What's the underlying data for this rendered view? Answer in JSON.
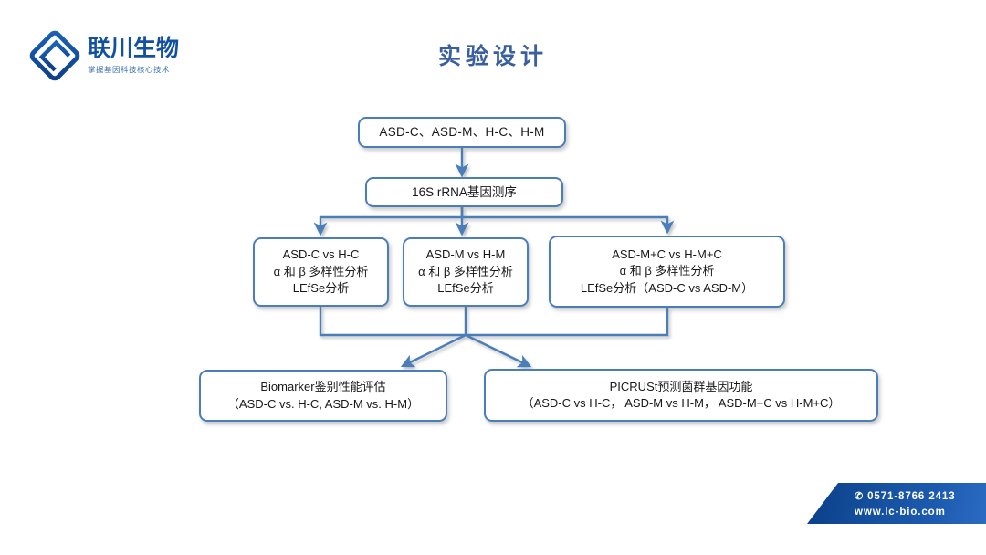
{
  "header": {
    "logo_name": "联川生物",
    "logo_tagline": "掌握基因科技核心技术",
    "logo_icon": "lc-diamond-logo-icon",
    "title": "实验设计"
  },
  "flow": {
    "nodes": [
      {
        "id": "samples",
        "lines": [
          "ASD-C、ASD-M、H-C、H-M"
        ]
      },
      {
        "id": "seq",
        "lines": [
          "16S rRNA基因测序"
        ]
      },
      {
        "id": "cmp1",
        "lines": [
          "ASD-C vs H-C",
          "α 和 β 多样性分析",
          "LEfSe分析"
        ]
      },
      {
        "id": "cmp2",
        "lines": [
          "ASD-M vs H-M",
          "α 和 β 多样性分析",
          "LEfSe分析"
        ]
      },
      {
        "id": "cmp3",
        "lines": [
          "ASD-M+C vs H-M+C",
          "α 和 β 多样性分析",
          "LEfSe分析（ASD-C vs ASD-M）"
        ]
      },
      {
        "id": "biomarker",
        "lines": [
          "Biomarker鉴别性能评估",
          "（ASD-C vs. H-C, ASD-M vs. H-M）"
        ]
      },
      {
        "id": "picrust",
        "lines": [
          "PICRUSt预测菌群基因功能",
          "（ASD-C vs H-C， ASD-M vs H-M， ASD-M+C vs H-M+C）"
        ]
      }
    ]
  },
  "footer": {
    "phone_icon": "phone-icon",
    "phone": "0571-8766 2413",
    "website": "www.lc-bio.com"
  },
  "colors": {
    "border_blue": "#4a7ebb",
    "connector_blue": "#4a7ebb",
    "title_blue": "#3a5f9e",
    "logo_blue": "#12519f",
    "banner_blue_dark": "#0c3f88",
    "banner_blue_light": "#2b6bc2"
  }
}
